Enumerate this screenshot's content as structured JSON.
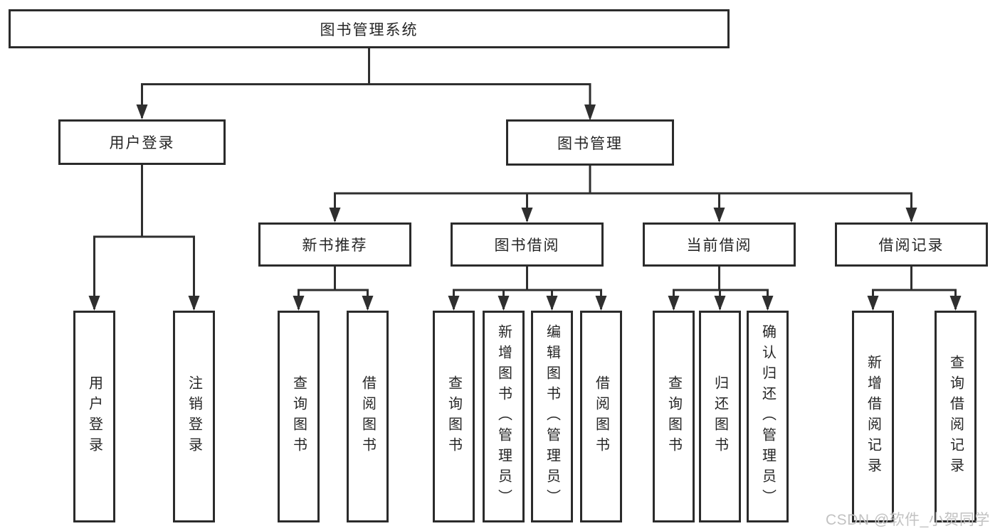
{
  "title": "图书管理系统",
  "level2": {
    "user_login": "用户登录",
    "book_management": "图书管理"
  },
  "level3": {
    "new_book": "新书推荐",
    "borrow": "图书借阅",
    "current": "当前借阅",
    "records": "借阅记录"
  },
  "leaves": {
    "user_login": [
      "用户登录",
      "注销登录"
    ],
    "new_book": [
      "查询图书",
      "借阅图书"
    ],
    "borrow": [
      "查询图书",
      "新增图书（管理员）",
      "编辑图书（管理员）",
      "借阅图书"
    ],
    "current": [
      "查询图书",
      "归还图书",
      "确认归还（管理员）"
    ],
    "records": [
      "新增借阅记录",
      "查询借阅记录"
    ]
  },
  "watermark": "CSDN @软件_小贺同学",
  "colors": {
    "line": "#2f2f2f",
    "box_border": "#2b2b2b",
    "text": "#262626",
    "watermark": "#c2c2c2",
    "background": "#ffffff"
  }
}
